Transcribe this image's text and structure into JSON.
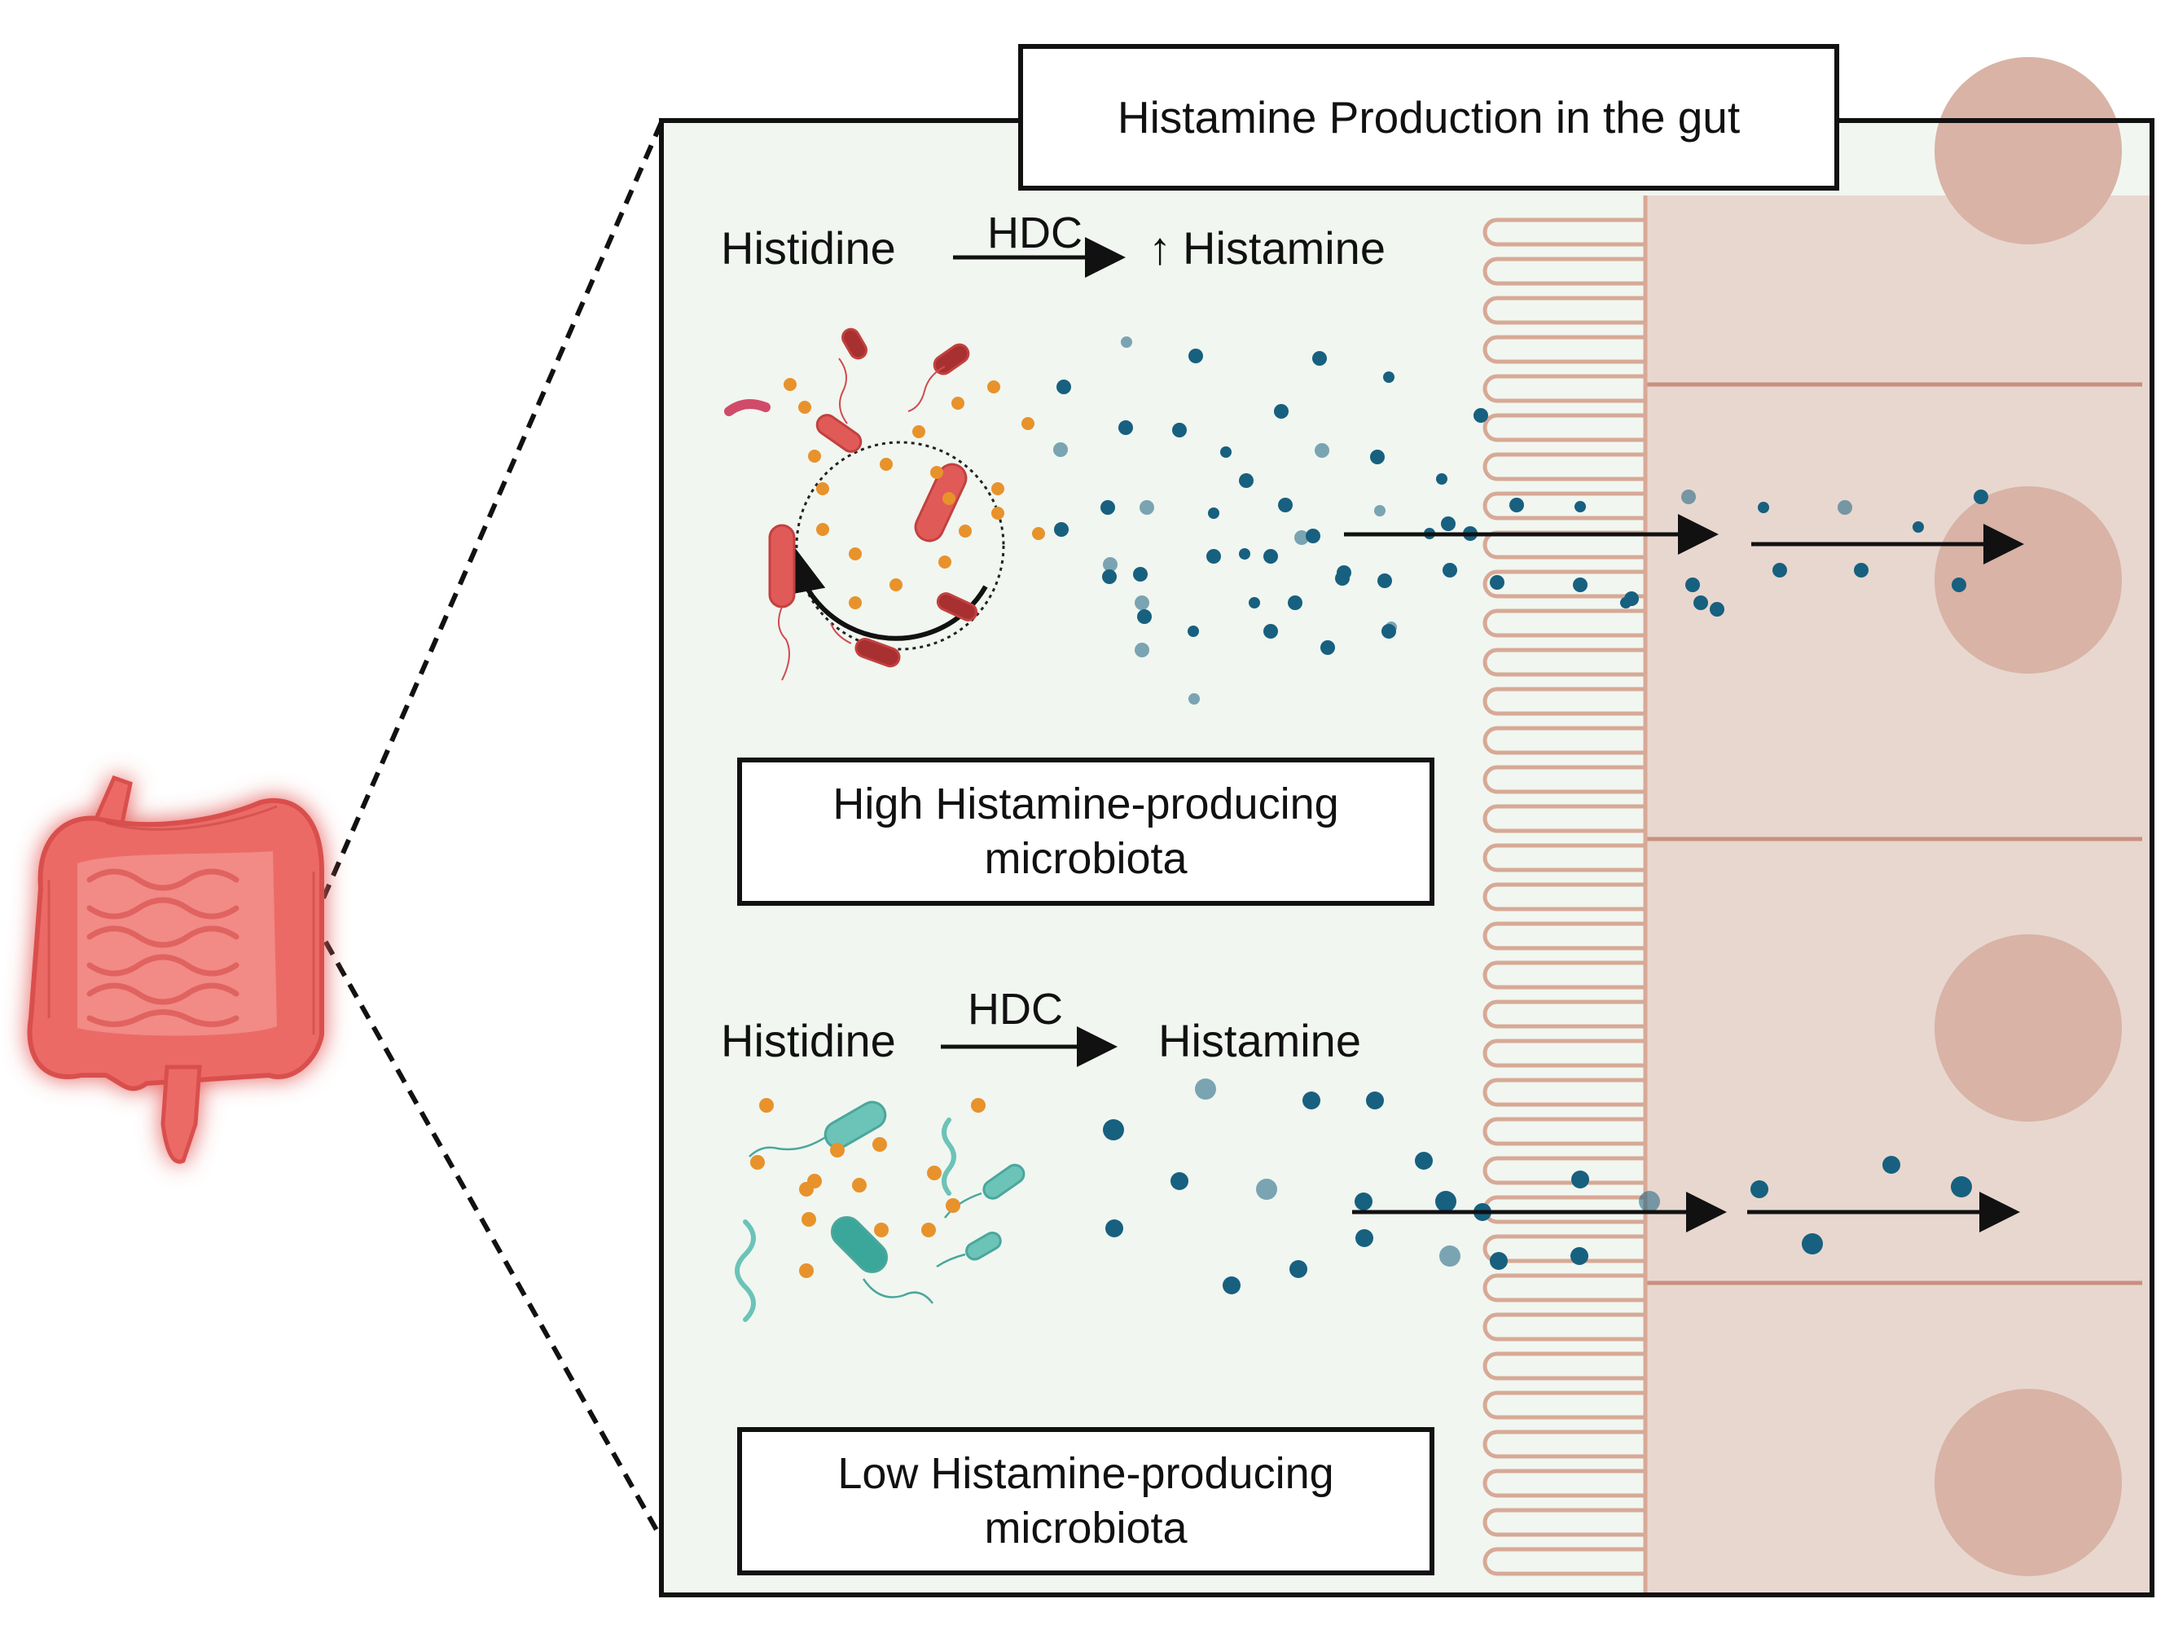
{
  "title": "Histamine Production in the gut",
  "high_panel": {
    "substrate": "Histidine",
    "enzyme": "HDC",
    "product_prefix": "↑",
    "product": "Histamine",
    "caption_line1": "High Histamine-producing",
    "caption_line2": "microbiota"
  },
  "low_panel": {
    "substrate": "Histidine",
    "enzyme": "HDC",
    "product": "Histamine",
    "caption_line1": "Low Histamine-producing",
    "caption_line2": "microbiota"
  },
  "colors": {
    "lumen_background": "#f1f6f0",
    "epithelium": "#e8d7cf",
    "villus_outline": "#d7a996",
    "nucleus": "#d8b3a6",
    "histamine_dot": "#17607f",
    "histidine_dot": "#e8922c",
    "high_bacteria": "#e05a58",
    "low_bacteria": "#6cc3b8",
    "intestine": "#ec6a66"
  }
}
